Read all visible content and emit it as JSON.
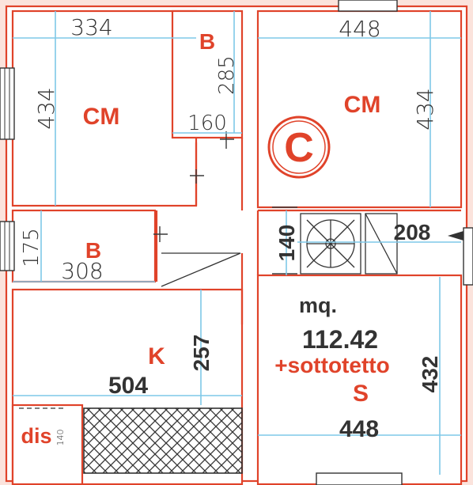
{
  "rooms": {
    "cm_left": "CM",
    "cm_right": "CM",
    "b_top": "B",
    "b_left": "B",
    "k": "K",
    "s": "S",
    "dis": "dis"
  },
  "dimensions": {
    "cm_left_width": "334",
    "cm_left_height": "434",
    "b_top_height": "285",
    "b_top_width": "160",
    "cm_right_width": "448",
    "cm_right_height": "434",
    "b_left_height": "175",
    "b_left_width": "308",
    "stair_height": "140",
    "stair_width": "208",
    "k_height": "257",
    "k_width": "504",
    "s_height": "432",
    "s_width": "448",
    "dis_height": "140"
  },
  "info": {
    "unit": "mq.",
    "area": "112.42",
    "extra": "+sottotetto"
  },
  "copyright_symbol": "C",
  "colors": {
    "wall": "#e0432a",
    "dimension_line": "#7fc8e8",
    "text": "#333333"
  }
}
